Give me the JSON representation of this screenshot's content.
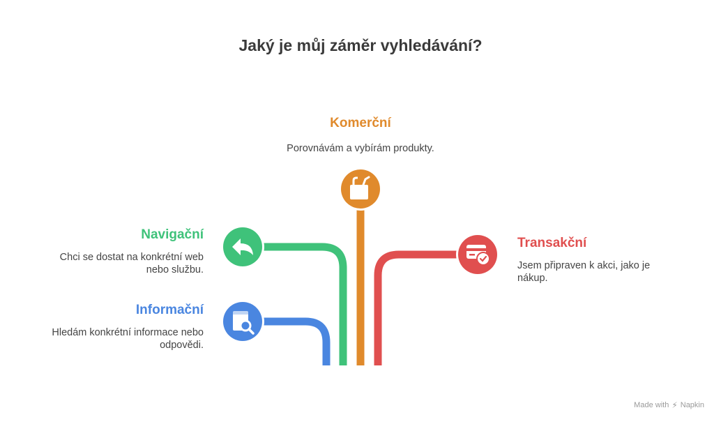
{
  "title": "Jaký je můj záměr vyhledávání?",
  "branches": {
    "komercni": {
      "heading": "Komerční",
      "text": "Porovnávám a vybírám produkty.",
      "color": "#e08a2c",
      "icon": "shopping-bag-icon"
    },
    "navigacni": {
      "heading": "Navigační",
      "text_line1": "Chci se dostat na konkrétní web",
      "text_line2": "nebo službu.",
      "color": "#3fc27a",
      "icon": "back-arrow-icon"
    },
    "informacni": {
      "heading": "Informační",
      "text_line1": "Hledám konkrétní informace nebo",
      "text_line2": "odpovědi.",
      "color": "#4a86e0",
      "icon": "document-search-icon"
    },
    "transakcni": {
      "heading": "Transakční",
      "text_line1": "Jsem připraven k akci, jako je",
      "text_line2": "nákup.",
      "color": "#e04f4f",
      "icon": "card-check-icon"
    }
  },
  "footer": {
    "made_with": "Made with",
    "brand": "Napkin"
  }
}
